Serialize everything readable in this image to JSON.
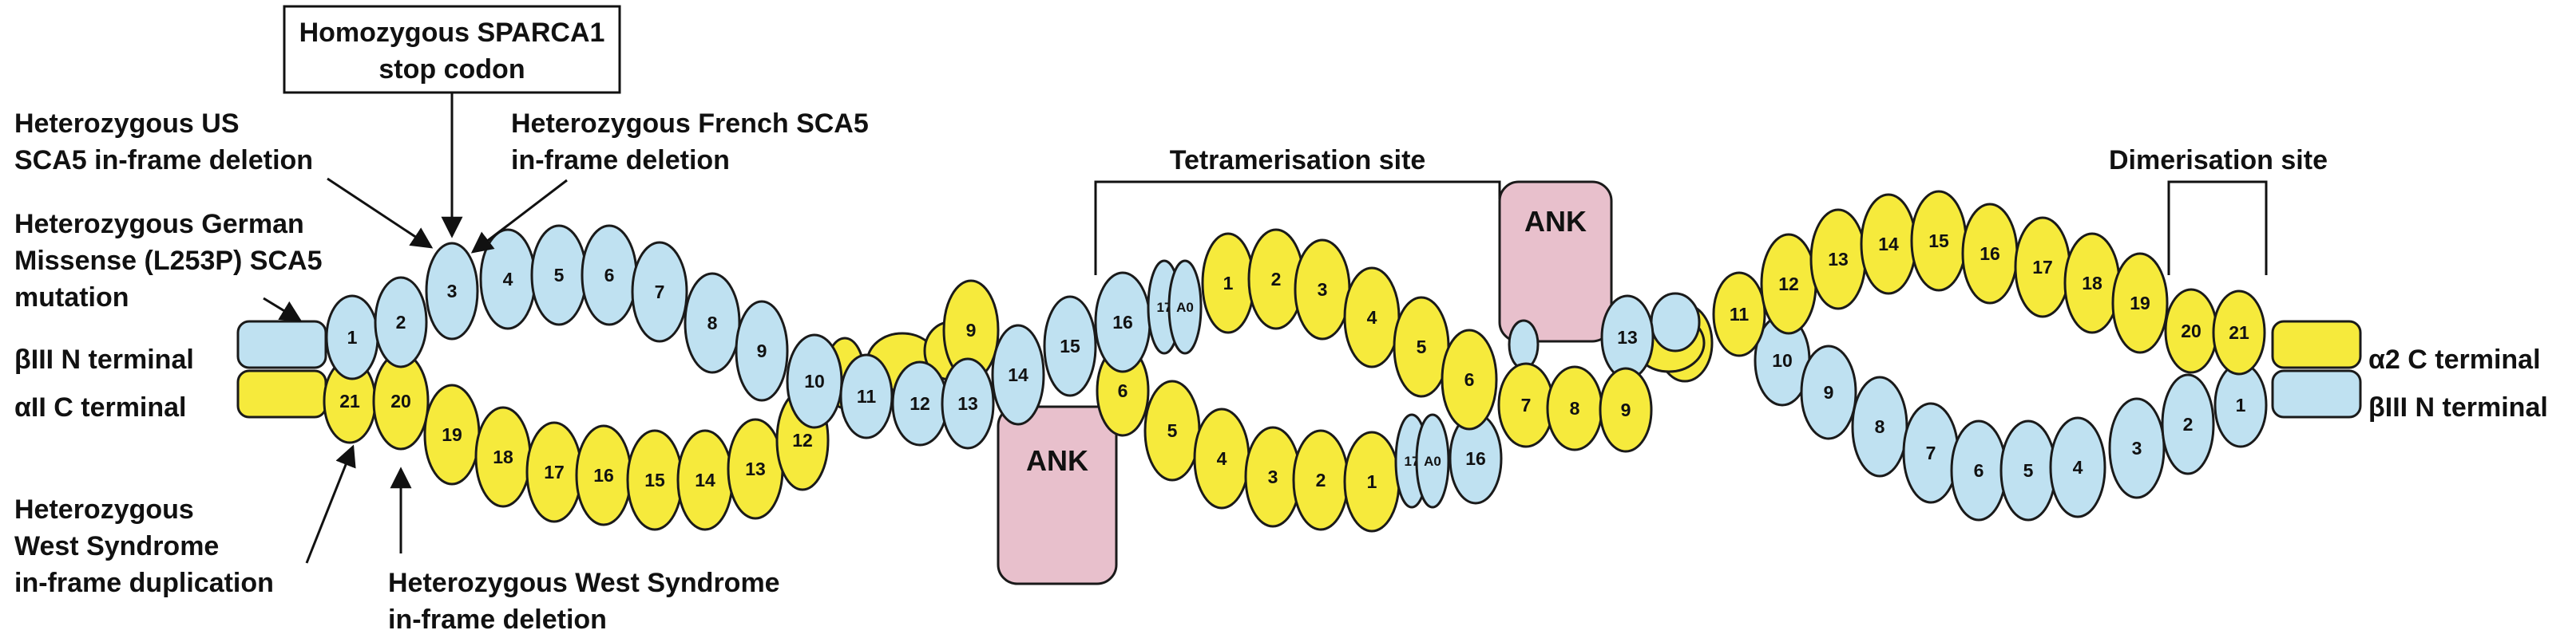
{
  "colors": {
    "alpha": "#f6ea3c",
    "beta": "#bfe1f1",
    "ank": "#e8c0cc",
    "stroke": "#1a1a1a"
  },
  "labels": {
    "box_line1": "Homozygous SPARCA1",
    "box_line2": "stop codon",
    "us_line1": "Heterozygous US",
    "us_line2": "SCA5 in-frame deletion",
    "french_line1": "Heterozygous French SCA5",
    "french_line2": "in-frame deletion",
    "german_line1": "Heterozygous German",
    "german_line2": "Missense (L253P) SCA5",
    "german_line3": "mutation",
    "left_beta": "βIII N terminal",
    "left_alpha": "αII C terminal",
    "right_alpha": "α2 C terminal",
    "right_beta": "βIII N terminal",
    "west_dup_line1": "Heterozygous",
    "west_dup_line2": "West Syndrome",
    "west_dup_line3": "in-frame duplication",
    "west_del_line1": "Heterozygous West Syndrome",
    "west_del_line2": "in-frame deletion",
    "tetramerisation": "Tetramerisation site",
    "dimerisation": "Dimerisation site",
    "ank_top": "ANK",
    "ank_bottom": "ANK"
  },
  "segments": {
    "left_beta": [
      "1",
      "2",
      "3",
      "4",
      "5",
      "6",
      "7",
      "8",
      "9",
      "10",
      "11",
      "12",
      "13",
      "14",
      "15",
      "16",
      "17",
      "A0"
    ],
    "left_alpha": [
      "21",
      "20",
      "19",
      "18",
      "17",
      "16",
      "15",
      "14",
      "13",
      "12",
      "9",
      "6",
      "5",
      "4",
      "3",
      "2",
      "1"
    ],
    "right_alpha": [
      "1",
      "2",
      "3",
      "4",
      "5",
      "6",
      "7",
      "8",
      "9",
      "11",
      "12",
      "13",
      "14",
      "15",
      "16",
      "17",
      "18",
      "19",
      "20",
      "21"
    ],
    "right_beta": [
      "17",
      "A0",
      "16",
      "13",
      "10",
      "9",
      "8",
      "7",
      "6",
      "5",
      "4",
      "3",
      "2",
      "1"
    ]
  }
}
